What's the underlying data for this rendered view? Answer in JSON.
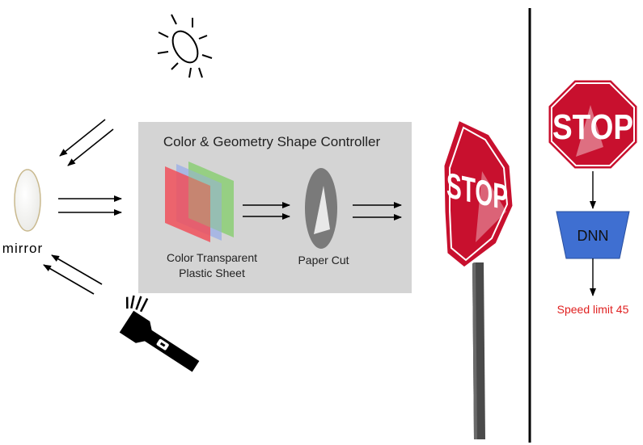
{
  "controller": {
    "title": "Color & Geometry Shape Controller",
    "sheet_label_line1": "Color Transparent",
    "sheet_label_line2": "Plastic Sheet",
    "paper_cut_label": "Paper Cut"
  },
  "mirror": {
    "label": "mirror"
  },
  "sign": {
    "text": "STOP"
  },
  "model": {
    "name": "DNN",
    "prediction": "Speed limit 45"
  },
  "icons": [
    "sun-icon",
    "mirror-icon",
    "flashlight-icon",
    "stop-sign-icon",
    "arrow-icon"
  ],
  "colors": {
    "sign_red": "#c8102e",
    "dnn_blue": "#3f6fd1",
    "prediction_red": "#e02020",
    "panel_gray": "#d4d4d4",
    "sheet_red": "#f0505a",
    "sheet_blue": "#9aaee8",
    "sheet_green": "#8fce7a",
    "paper_cut_gray": "#7a7a7a"
  }
}
